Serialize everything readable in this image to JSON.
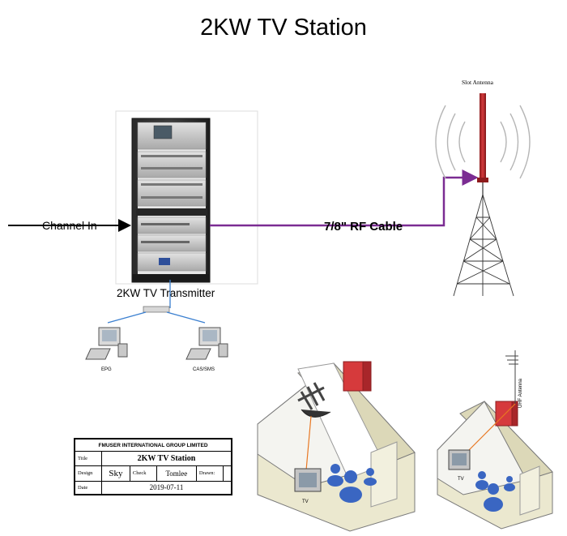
{
  "title": "2KW TV Station",
  "labels": {
    "channel_in": "Channel In",
    "rf_cable": "7/8\" RF Cable",
    "transmitter": "2KW TV Transmitter",
    "slot_antenna": "Slot Antenna",
    "epg": "EPG",
    "cas_sms": "CAS/SMS",
    "tv_left": "TV",
    "tv_right": "TV",
    "uhf_antenna": "UHF Antenna"
  },
  "title_block": {
    "company": "FMUSER INTERNATIONAL GROUP LIMITED",
    "title_label": "Title",
    "title_value": "2KW TV Station",
    "design_label": "Design",
    "design_value": "Sky",
    "check_label": "Check",
    "check_value": "Tomlee",
    "drawn_label": "Drawn:",
    "drawn_value": "",
    "date_label": "Date",
    "date_value": "2019-07-11"
  },
  "colors": {
    "cable": "#7b2c92",
    "network": "#3a7fd0",
    "antenna": "#c0282c",
    "house_wall": "#ebe8cf",
    "house_roof": "#f4f4f0"
  }
}
